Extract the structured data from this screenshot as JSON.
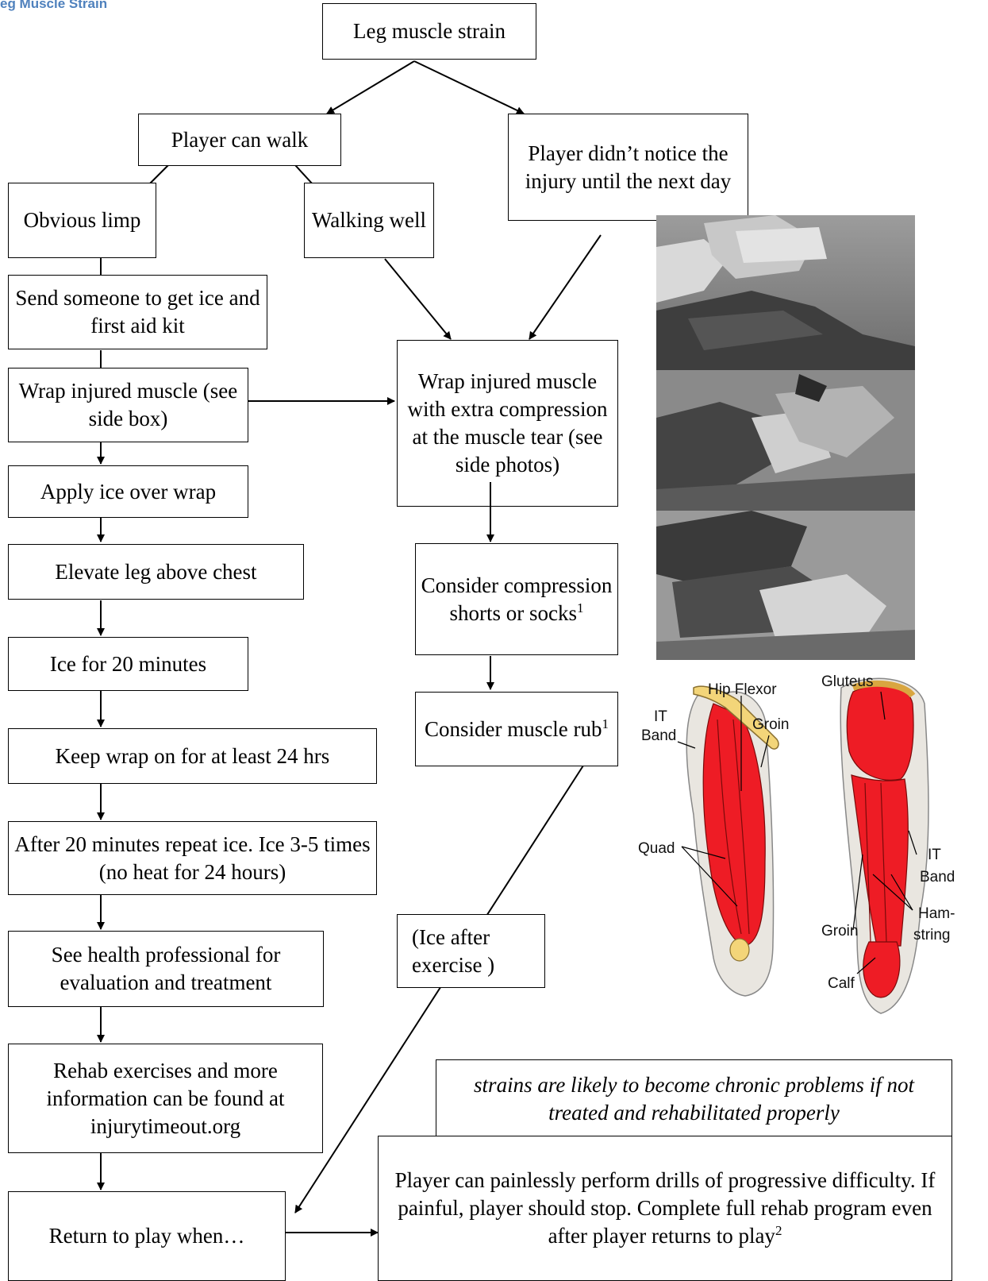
{
  "title": "eg Muscle Strain",
  "nodes": {
    "root": "Leg muscle strain",
    "can_walk": "Player can walk",
    "didnt_notice": "Player didn’t notice the injury until the next day",
    "obvious_limp": "Obvious limp",
    "walking_well": "Walking well",
    "send_someone": "Send someone to get ice and first aid kit",
    "wrap_injured": "Wrap injured muscle (see side box)",
    "wrap_extra": "Wrap injured muscle with extra compression at the muscle tear (see side photos)",
    "apply_ice": "Apply ice over wrap",
    "elevate": "Elevate leg above chest",
    "consider_compression": "Consider compression shorts or socks",
    "consider_compression_sup": "1",
    "ice_20": "Ice for 20 minutes",
    "consider_rub": "Consider muscle rub",
    "consider_rub_sup": "1",
    "keep_wrap": "Keep wrap on for at least 24 hrs",
    "repeat_ice": "After 20 minutes repeat ice.  Ice 3-5 times  (no heat for 24 hours)",
    "ice_after": "(Ice after exercise )",
    "see_health": "See health professional for evaluation and treatment",
    "rehab": "Rehab exercises and more information can be found at injurytimeout.org",
    "return_to_play": "Return to play when…",
    "chronic_note": "strains are likely to become chronic problems if not treated and rehabilitated properly",
    "painless": "Player can painlessly perform drills of progressive difficulty.  If painful, player should stop.  Complete full rehab program even after player returns to play",
    "painless_sup": "2"
  },
  "anatomy_front": {
    "labels": {
      "hip_flexor": "Hip Flexor",
      "it": "IT",
      "band": "Band",
      "groin": "Groin",
      "quad": "Quad"
    }
  },
  "anatomy_back": {
    "labels": {
      "gluteus": "Gluteus",
      "it": "IT",
      "band": "Band",
      "groin": "Groin",
      "ham": "Ham-",
      "string": "string",
      "calf": "Calf"
    }
  },
  "colors": {
    "title": "#4f81bd",
    "muscle": "#ee1c25",
    "bone": "#f3d579"
  }
}
